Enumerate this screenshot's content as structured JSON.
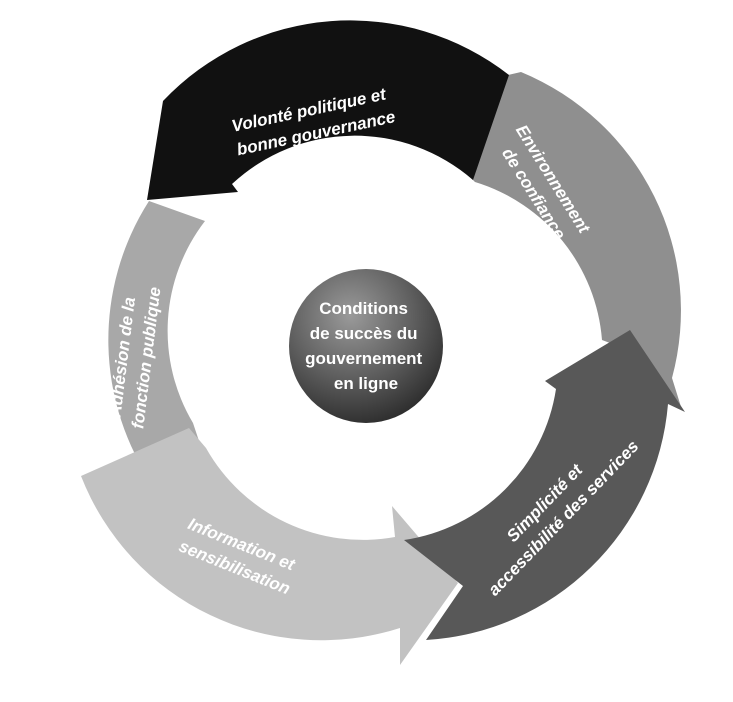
{
  "center": {
    "lines": [
      "Conditions",
      "de succès du",
      "gouvernement",
      "en ligne"
    ]
  },
  "segments": [
    {
      "name": "volonte",
      "lines": [
        "Volonté politique et",
        "bonne gouvernance"
      ],
      "color": "#111111"
    },
    {
      "name": "environnement",
      "lines": [
        "Environnement",
        "de confiance"
      ],
      "color": "#8f8f8f"
    },
    {
      "name": "simplicite",
      "lines": [
        "Simplicité et",
        "accessibilité des services"
      ],
      "color": "#585858"
    },
    {
      "name": "information",
      "lines": [
        "Information et",
        "sensibilisation"
      ],
      "color": "#c2c2c2"
    },
    {
      "name": "adhesion",
      "lines": [
        "Adhésion de la",
        "fonction publique"
      ],
      "color": "#a8a8a8"
    }
  ]
}
